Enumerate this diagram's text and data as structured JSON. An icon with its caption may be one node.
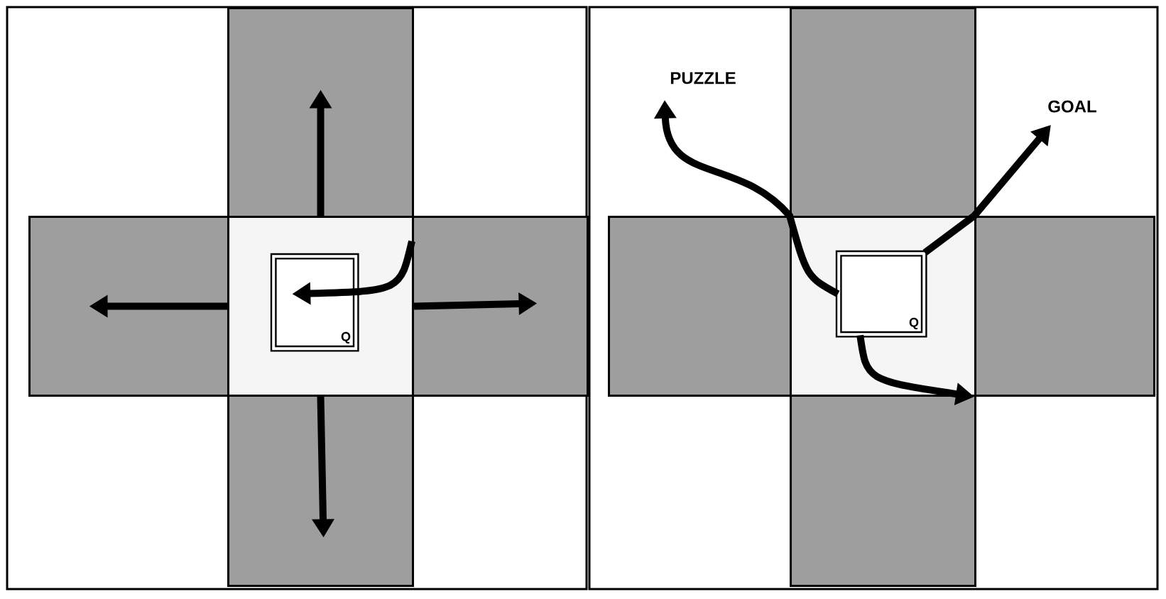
{
  "diagram": {
    "nodes": [
      {
        "text": [],
        "shape": "box"
      },
      {
        "text": [],
        "shape": "box"
      },
      {
        "text": [],
        "shape": "box"
      },
      {
        "text": [],
        "shape": "box"
      },
      {
        "text": [],
        "shape": "box"
      },
      {
        "text": [
          "Q"
        ],
        "in": 2
      },
      {
        "text": [],
        "shape": "box"
      },
      {
        "text": [],
        "shape": "box"
      },
      {
        "text": [],
        "shape": "box"
      },
      {
        "text": [],
        "shape": "box"
      },
      {
        "text": [],
        "shape": "box"
      },
      {
        "text": [
          "Q"
        ],
        "in": 8
      },
      {
        "text": [
          "PUZZLE"
        ]
      },
      {
        "text": [
          "GOAL"
        ]
      }
    ],
    "edges": [
      {
        "from": 2,
        "to": 0,
        "arrow": "to"
      },
      {
        "from": 2,
        "to": 1,
        "arrow": "to"
      },
      {
        "from": 2,
        "to": 3,
        "arrow": "to"
      },
      {
        "from": 2,
        "to": 4,
        "arrow": "to"
      },
      {
        "from": 3,
        "to": 5,
        "arrow": "to"
      },
      {
        "from": 11,
        "to": 12,
        "arrow": "to"
      },
      {
        "from": 11,
        "to": 13,
        "arrow": "to"
      },
      {
        "from": 11,
        "to": 9,
        "arrow": "to"
      }
    ]
  }
}
